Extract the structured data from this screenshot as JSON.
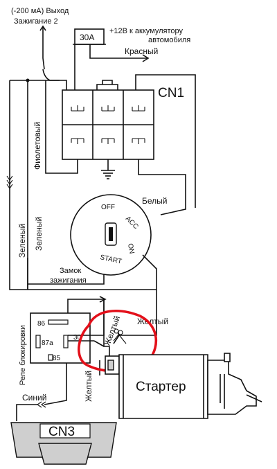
{
  "labels": {
    "output_line1": "(-200 мА) Выход",
    "output_line2": "Зажигание 2",
    "fuse": "30A",
    "battery_line1": "+12В к аккумулятору",
    "battery_line2": "автомобиля",
    "red": "Красный",
    "cn1": "CN1",
    "violet": "Фиолетовый",
    "white": "Белый",
    "green1": "Зеленый",
    "green2": "Зеленый",
    "lock_line1": "Замок",
    "lock_line2": "зажигания",
    "relay": "Реле блокировки",
    "yellow1": "Желтый",
    "yellow2": "Желтый",
    "yellow3": "Желтый",
    "blue": "Синий",
    "starter": "Стартер",
    "cn3": "CN3",
    "pin86": "86",
    "pin87a": "87a",
    "pin30": "30",
    "pin85": "85"
  },
  "ignition_positions": [
    "OFF",
    "ACC",
    "ON",
    "START"
  ],
  "colors": {
    "line": "#111111",
    "highlight": "#e3101a",
    "connector_fill": "#cfcfcf"
  }
}
